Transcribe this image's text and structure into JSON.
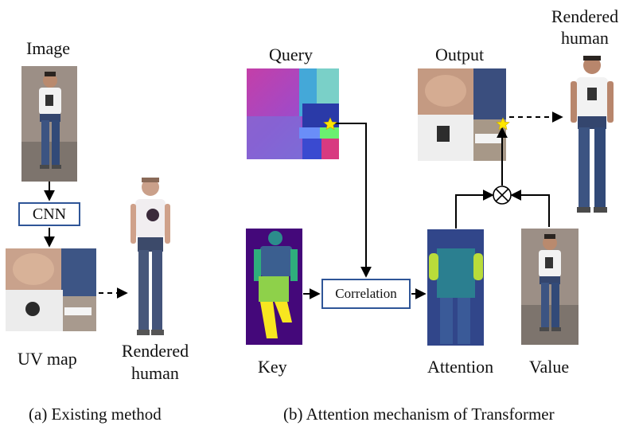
{
  "panel_a": {
    "image_label": "Image",
    "cnn_label": "CNN",
    "uv_label": "UV map",
    "rendered_label_line1": "Rendered",
    "rendered_label_line2": "human",
    "caption": "(a) Existing method"
  },
  "panel_b": {
    "query_label": "Query",
    "key_label": "Key",
    "correlation_label": "Correlation",
    "attention_label": "Attention",
    "value_label": "Value",
    "output_label": "Output",
    "rendered_label_line1": "Rendered",
    "rendered_label_line2": "human",
    "multiply_symbol": "⊗",
    "caption": "(b) Attention mechanism of Transformer"
  },
  "colors": {
    "box_border": "#2f5597",
    "star": "#ffe600",
    "arrow": "#000000"
  }
}
